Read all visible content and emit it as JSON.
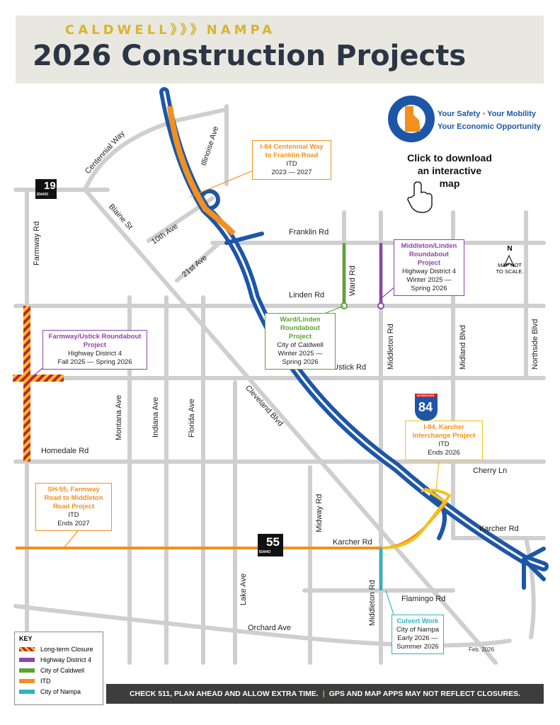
{
  "header": {
    "kicker": "CALDWELL》》》NAMPA",
    "title": "2026 Construction Projects"
  },
  "tagline": {
    "part1": "Your Safety",
    "part2": "Your Mobility",
    "part3": "Your Economic Opportunity"
  },
  "download": {
    "line1": "Click to download",
    "line2": "an interactive",
    "line3": "map"
  },
  "north": {
    "letter": "N",
    "line1": "MAP NOT",
    "line2": "TO SCALE."
  },
  "roads": {
    "centennial": "Centennial Way",
    "illinois": "Illinoise Ave",
    "blaine": "Blaine St",
    "tenth": "10th Ave",
    "twentyfirst": "21st Ave",
    "franklin": "Franklin Rd",
    "linden": "Linden Rd",
    "ward": "Ward Rd",
    "ustick": "Ustick Rd",
    "middleton1": "Middleton Rd",
    "midland": "Midland Blvd",
    "northside": "Northside Blvd",
    "farmway": "Farmway Rd",
    "montana": "Montana Ave",
    "indiana": "Indiana Ave",
    "florida": "Florida Ave",
    "cleveland": "Cleveland Blvd",
    "homedale": "Homedale Rd",
    "cherry": "Cherry Ln",
    "karcher1": "Karcher Rd",
    "karcher2": "Karcher Rd",
    "midway": "Midway Rd",
    "lake": "Lake Ave",
    "middleton2": "Middleton Rd",
    "flamingo": "Flamingo Rd",
    "orchard": "Orchard Ave"
  },
  "shields": {
    "sh19": "19",
    "sh55": "55",
    "i84": "84",
    "idaho": "IDAHO",
    "interstate": "INTERSTATE"
  },
  "callouts": {
    "i84_centennial": {
      "title1": "I-84 Centennial Way",
      "title2": "to Franklin Road",
      "agency": "ITD",
      "dates": "2023 — 2027"
    },
    "middleton_linden": {
      "title1": "Middleton/Linden",
      "title2": "Roundabout Project",
      "agency": "Highway District 4",
      "dates1": "Winter 2025 —",
      "dates2": "Spring 2026"
    },
    "ward_linden": {
      "title1": "Ward/Linden",
      "title2": "Roundabout Project",
      "agency": "City of Caldwell",
      "dates1": "Winter 2025 —",
      "dates2": "Spring 2026"
    },
    "farmway_ustick": {
      "title1": "Farmway/Ustick Roundabout",
      "title2": "Project",
      "agency": "Highway District 4",
      "dates": "Fall 2025 — Spring 2026"
    },
    "i84_karcher": {
      "title1": "I-84, Karcher",
      "title2": "Interchange Project",
      "agency": "ITD",
      "dates": "Ends 2026"
    },
    "sh55": {
      "title1": "SH-55, Farmway",
      "title2": "Road to Middleton",
      "title3": "Road Project",
      "agency": "ITD",
      "dates": "Ends 2027"
    },
    "culvert": {
      "title1": "Culvert Work",
      "agency": "City of Nampa",
      "dates1": "Early 2026 —",
      "dates2": "Summer 2026"
    }
  },
  "legend": {
    "title": "KEY",
    "items": [
      {
        "label": "Long-term Closure",
        "color": "#c8202f"
      },
      {
        "label": "Highway District 4",
        "color": "#8e44ad"
      },
      {
        "label": "City of Caldwell",
        "color": "#5aa532"
      },
      {
        "label": "ITD",
        "color": "#f3901e"
      },
      {
        "label": "City of Nampa",
        "color": "#2bb5c2"
      }
    ]
  },
  "footer": {
    "left": "CHECK 511, PLAN AHEAD AND ALLOW EXTRA TIME.",
    "sep": "|",
    "right": "GPS AND MAP APPS MAY NOT REFLECT CLOSURES."
  },
  "date": "Feb. 2026",
  "colors": {
    "road": "#cfcfcf",
    "interstate": "#1d56a8",
    "itd": "#f3901e",
    "hd4": "#8e44ad",
    "caldwell": "#5aa532",
    "nampa": "#2bb5c2",
    "closure": "#c8202f",
    "closure_alt": "#f3c21e"
  }
}
